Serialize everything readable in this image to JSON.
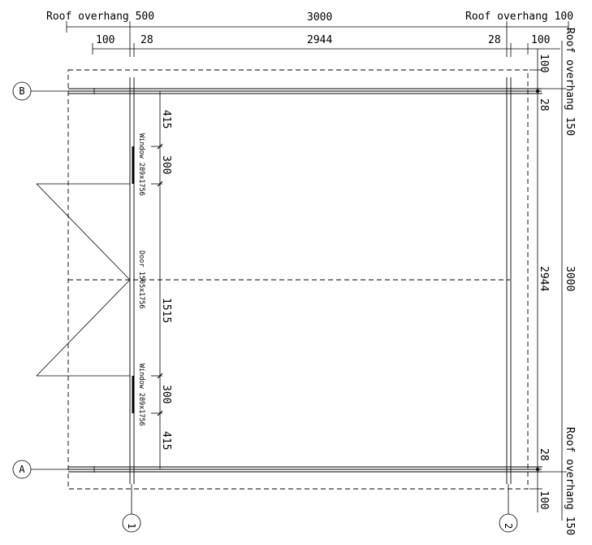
{
  "drawing": {
    "top_dims": {
      "roof_overhang_left": "Roof overhang 500",
      "total": "3000",
      "roof_overhang_right": "Roof overhang 100",
      "left_offset": "100",
      "left_wall": "28",
      "inner": "2944",
      "right_wall": "28",
      "right_offset": "100"
    },
    "right_dims": {
      "offset_top": "100",
      "roof_overhang_top": "Roof overhang 150",
      "wall_top": "28",
      "inner": "2944",
      "total": "3000",
      "wall_bottom": "28",
      "roof_overhang_bottom": "Roof overhang 150",
      "offset_bottom": "100"
    },
    "wall_dims": {
      "seg1": "415",
      "seg2": "300",
      "seg3": "1515",
      "seg4": "300",
      "seg5": "415"
    },
    "openings": {
      "window_top": "Window 289x1756",
      "door": "Door 1505x1756",
      "window_bottom": "Window 289x1756"
    },
    "grid": {
      "row_b": "B",
      "row_a": "A",
      "col_1": "1",
      "col_2": "2"
    }
  }
}
